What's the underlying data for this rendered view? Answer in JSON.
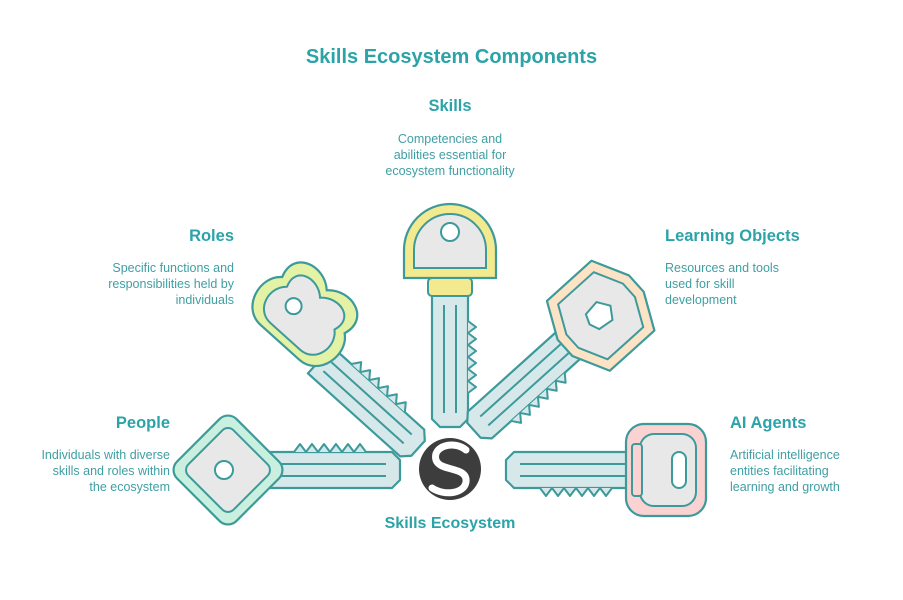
{
  "title": "Skills Ecosystem Components",
  "center": {
    "label": "Skills Ecosystem"
  },
  "items": {
    "skills": {
      "label": "Skills",
      "lines": [
        "Competencies and",
        "abilities essential for",
        "ecosystem functionality"
      ],
      "color": "#f3e98f"
    },
    "roles": {
      "label": "Roles",
      "lines": [
        "Specific functions and",
        "responsibilities held by",
        "individuals"
      ],
      "color": "#e3f2a5"
    },
    "learning_objects": {
      "label": "Learning Objects",
      "lines": [
        "Resources and tools",
        "used for skill",
        "development"
      ],
      "color": "#fde3c6"
    },
    "people": {
      "label": "People",
      "lines": [
        "Individuals with diverse",
        "skills and roles within",
        "the ecosystem"
      ],
      "color": "#c9f0de"
    },
    "ai_agents": {
      "label": "AI Agents",
      "lines": [
        "Artificial intelligence",
        "entities facilitating",
        "learning and growth"
      ],
      "color": "#fbd2d2"
    }
  },
  "colors": {
    "accent": "#2ba3a8",
    "key_outline": "#3c9a9b",
    "key_fill": "#d7e8ea",
    "key_hole": "#e8e8e8",
    "logo": "#3d3d3d"
  }
}
